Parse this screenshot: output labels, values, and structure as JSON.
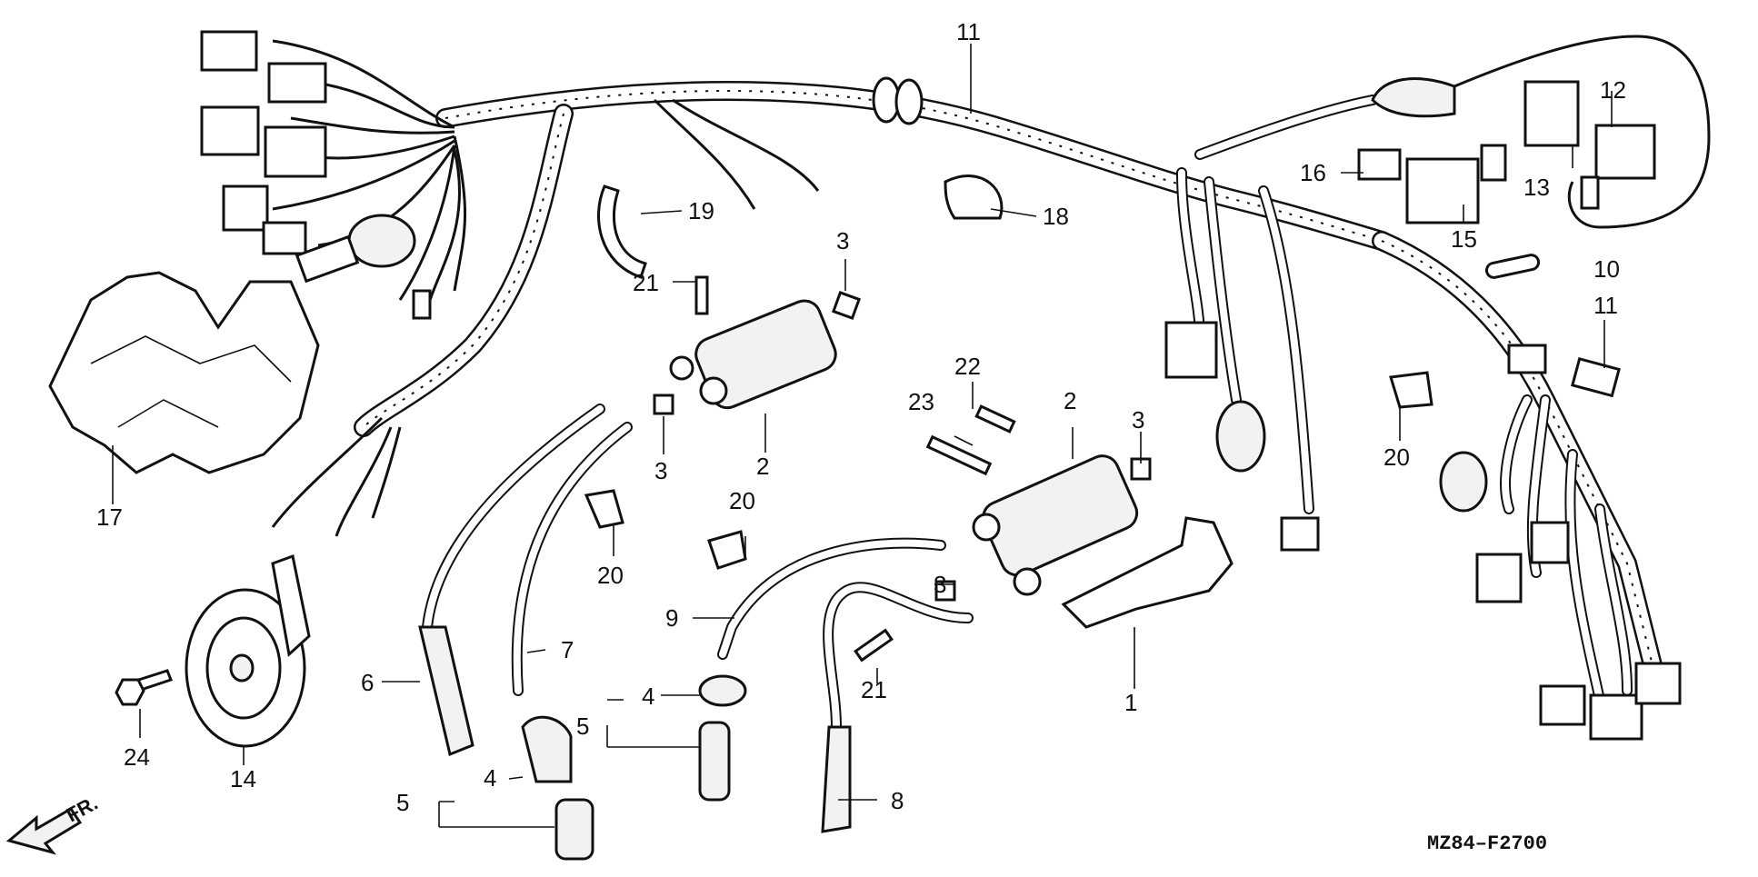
{
  "diagram": {
    "code": "MZ84–F2700",
    "direction": "FR.",
    "callouts": [
      {
        "id": "c11a",
        "text": "11"
      },
      {
        "id": "c12",
        "text": "12"
      },
      {
        "id": "c13",
        "text": "13"
      },
      {
        "id": "c16",
        "text": "16"
      },
      {
        "id": "c15",
        "text": "15"
      },
      {
        "id": "c10",
        "text": "10"
      },
      {
        "id": "c11b",
        "text": "11"
      },
      {
        "id": "c18",
        "text": "18"
      },
      {
        "id": "c19",
        "text": "19"
      },
      {
        "id": "c3a",
        "text": "3"
      },
      {
        "id": "c21a",
        "text": "21"
      },
      {
        "id": "c3b",
        "text": "3"
      },
      {
        "id": "c2a",
        "text": "2"
      },
      {
        "id": "c22",
        "text": "22"
      },
      {
        "id": "c23",
        "text": "23"
      },
      {
        "id": "c2b",
        "text": "2"
      },
      {
        "id": "c3c",
        "text": "3"
      },
      {
        "id": "c20a",
        "text": "20"
      },
      {
        "id": "c20b",
        "text": "20"
      },
      {
        "id": "c20c",
        "text": "20"
      },
      {
        "id": "c17",
        "text": "17"
      },
      {
        "id": "c3d",
        "text": "3"
      },
      {
        "id": "c9",
        "text": "9"
      },
      {
        "id": "c7",
        "text": "7"
      },
      {
        "id": "c6",
        "text": "6"
      },
      {
        "id": "c4a",
        "text": "4"
      },
      {
        "id": "c5a",
        "text": "5"
      },
      {
        "id": "c21b",
        "text": "21"
      },
      {
        "id": "c1",
        "text": "1"
      },
      {
        "id": "c8",
        "text": "8"
      },
      {
        "id": "c4b",
        "text": "4"
      },
      {
        "id": "c5b",
        "text": "5"
      },
      {
        "id": "c24",
        "text": "24"
      },
      {
        "id": "c14",
        "text": "14"
      }
    ]
  }
}
